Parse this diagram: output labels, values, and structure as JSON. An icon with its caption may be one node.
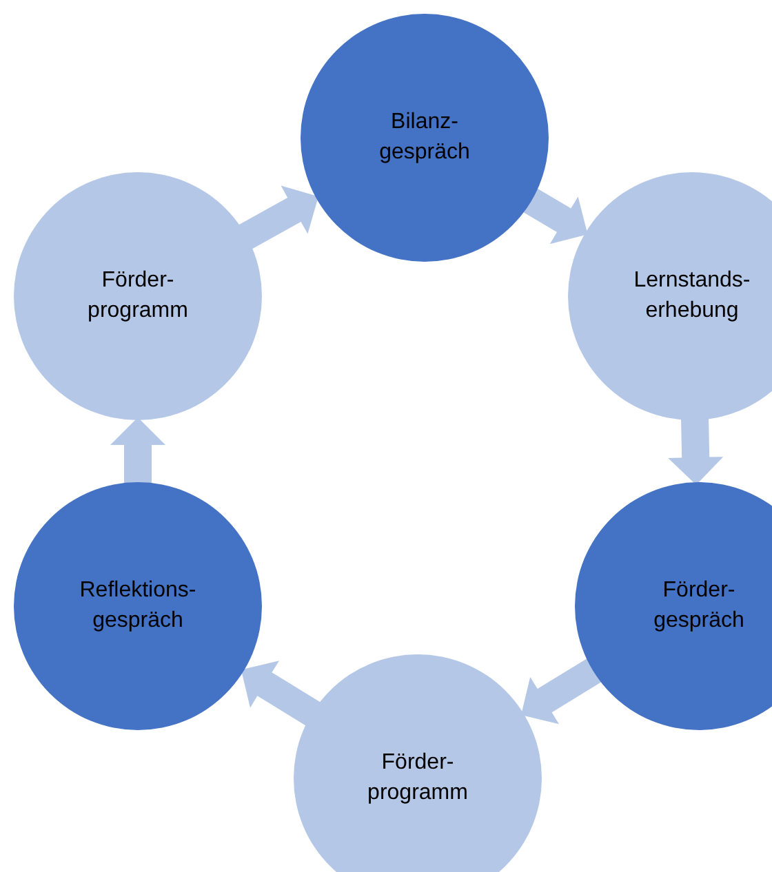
{
  "diagram": {
    "nodes": [
      {
        "text": [
          "Bilanz- gespräch"
        ]
      },
      {
        "text": [
          "Lernstands- erhebung"
        ]
      },
      {
        "text": [
          "Förder- gespräch"
        ]
      },
      {
        "text": [
          "Förder- programm"
        ]
      },
      {
        "text": [
          "Reflektions- gespräch"
        ]
      },
      {
        "text": [
          "Förder- programm"
        ]
      }
    ],
    "edges": [
      {
        "from": 0,
        "to": 1,
        "arrow": "to"
      },
      {
        "from": 1,
        "to": 2,
        "arrow": "to"
      },
      {
        "from": 2,
        "to": 3,
        "arrow": "to"
      },
      {
        "from": 3,
        "to": 4,
        "arrow": "to"
      },
      {
        "from": 4,
        "to": 5,
        "arrow": "to"
      },
      {
        "from": 5,
        "to": 0,
        "arrow": "to"
      }
    ]
  }
}
